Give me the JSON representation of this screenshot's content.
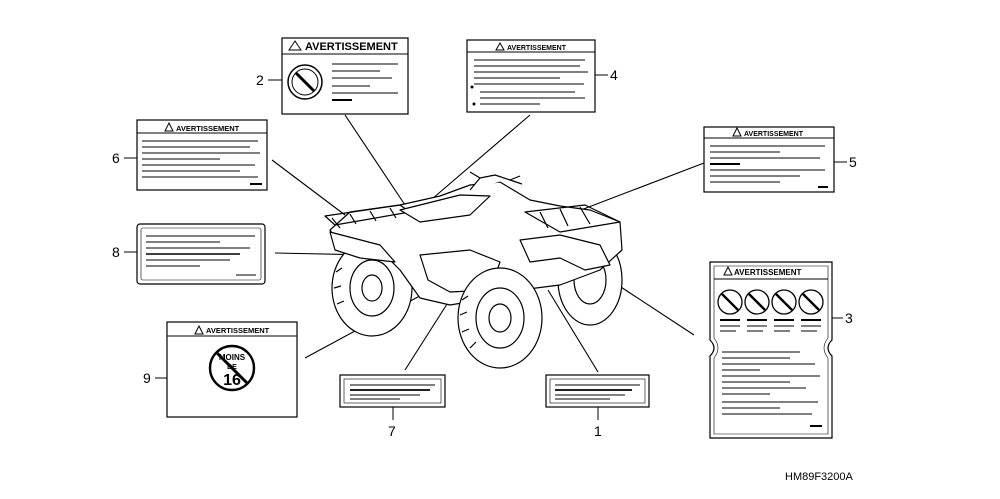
{
  "diagram": {
    "part_code": "HM89F3200A",
    "warning_word": "AVERTISSEMENT",
    "age_text_line1": "MOINS",
    "age_text_line2": "DE",
    "age_number": "16",
    "callouts": [
      "1",
      "2",
      "3",
      "4",
      "5",
      "6",
      "7",
      "8",
      "9"
    ]
  }
}
